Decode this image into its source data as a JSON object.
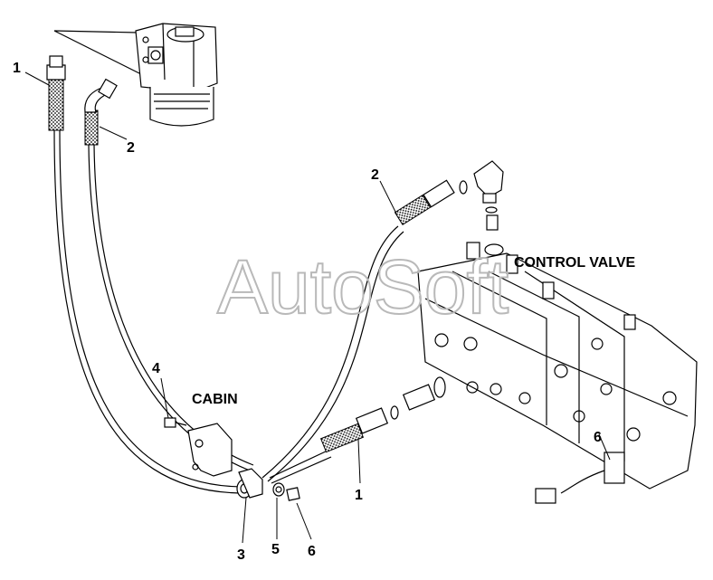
{
  "labels": {
    "control_valve": "CONTROL VALVE",
    "cabin": "CABIN"
  },
  "watermark": "AutoSoft",
  "callouts": {
    "c1_top": "1",
    "c2_top": "2",
    "c2_right": "2",
    "c4": "4",
    "c1_bottom": "1",
    "c3": "3",
    "c5": "5",
    "c6_bottom": "6",
    "c6_valve": "6"
  }
}
